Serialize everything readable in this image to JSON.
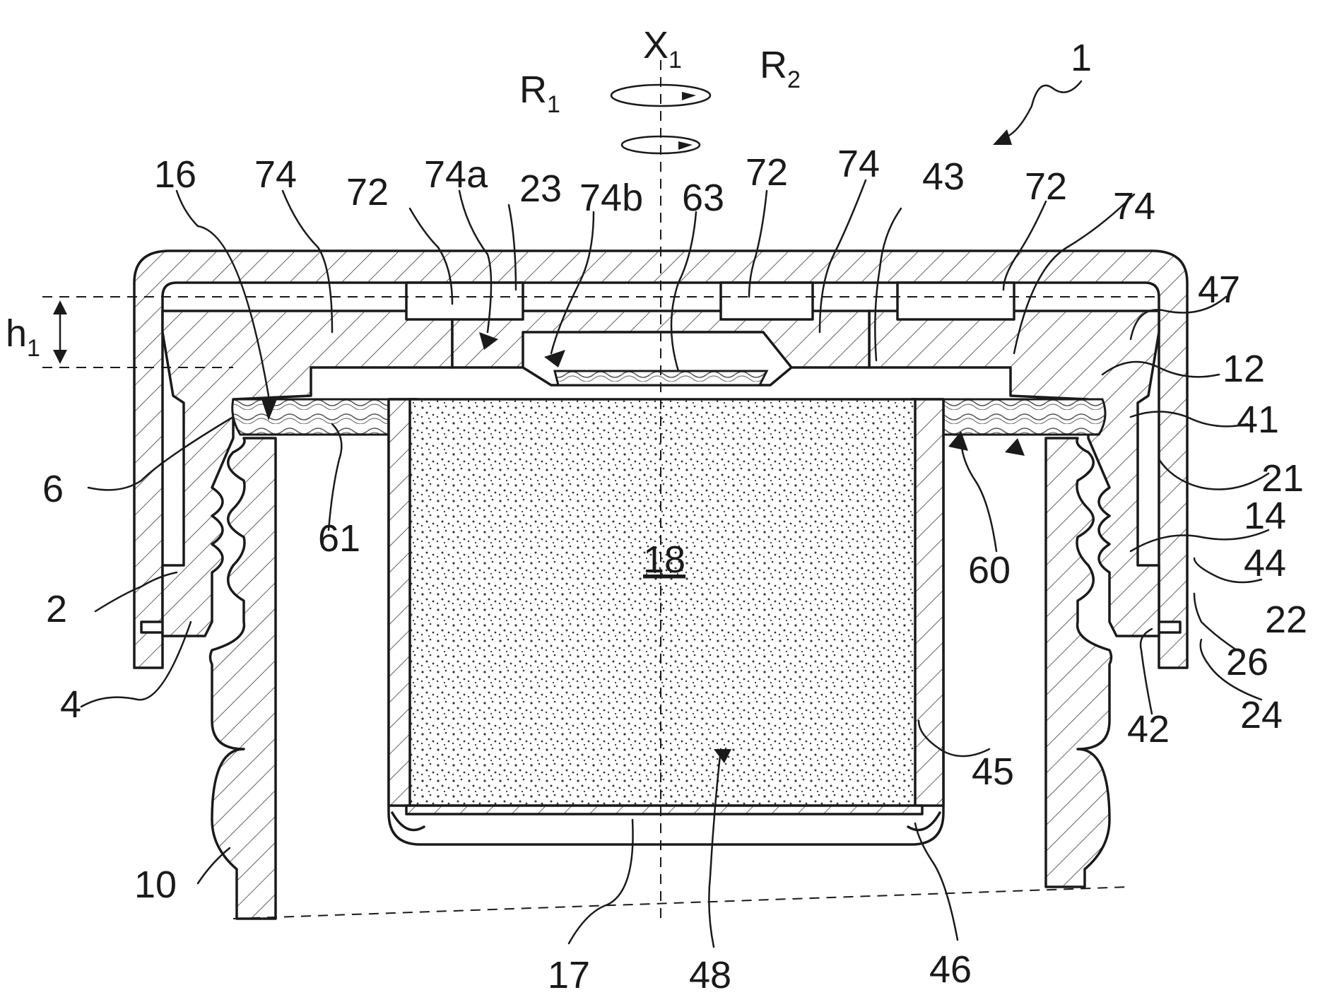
{
  "figure": {
    "labels": {
      "axis": "X",
      "axis_sub": "1",
      "rot1": "R",
      "rot1_sub": "1",
      "rot2": "R",
      "rot2_sub": "2",
      "h": "h",
      "h_sub": "1",
      "n1": "1",
      "n2": "2",
      "n4": "4",
      "n6": "6",
      "n10": "10",
      "n12": "12",
      "n14": "14",
      "n16": "16",
      "n17": "17",
      "n18": "18",
      "n21": "21",
      "n22": "22",
      "n23": "23",
      "n24": "24",
      "n26": "26",
      "n41": "41",
      "n42": "42",
      "n43": "43",
      "n44": "44",
      "n45": "45",
      "n46": "46",
      "n47": "47",
      "n48": "48",
      "n60": "60",
      "n61": "61",
      "n63": "63",
      "n72a": "72",
      "n72b": "72",
      "n72c": "72",
      "n74a_top": "74",
      "n74b_top": "74",
      "n74c_top": "74",
      "n74a": "74a",
      "n74b": "74b"
    }
  }
}
